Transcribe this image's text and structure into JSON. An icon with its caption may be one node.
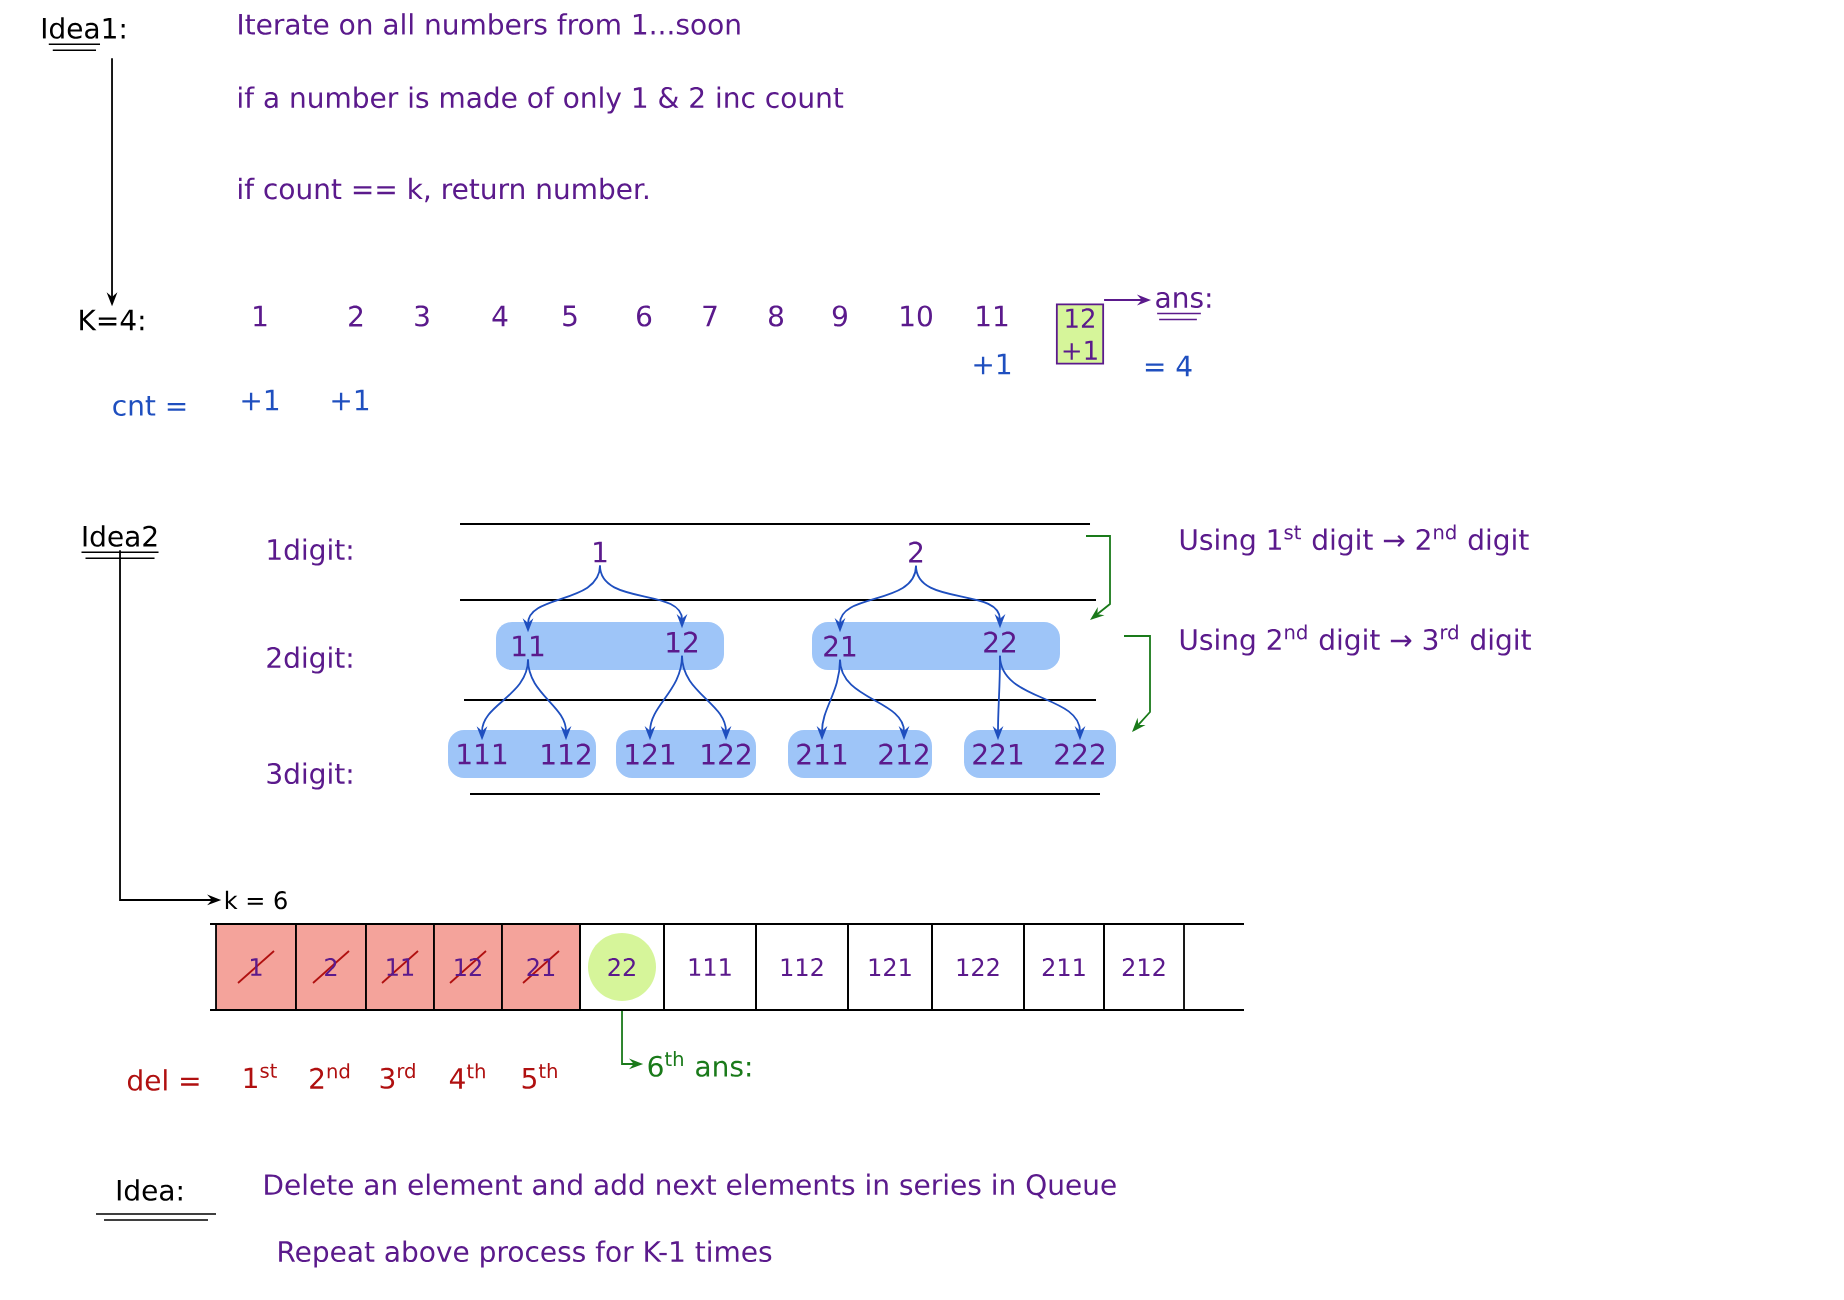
{
  "diagram": {
    "nodes": [
      {
        "text": [
          "Idea1:"
        ]
      },
      {
        "text": [
          "K=4:"
        ]
      },
      {
        "text": [
          "12",
          "+1"
        ]
      },
      {
        "text": [
          "ans:"
        ]
      },
      {
        "text": [
          "Idea2"
        ]
      },
      {
        "text": [
          "1"
        ]
      },
      {
        "text": [
          "2"
        ]
      },
      {
        "text": [
          "11"
        ]
      },
      {
        "text": [
          "12"
        ]
      },
      {
        "text": [
          "21"
        ]
      },
      {
        "text": [
          "22"
        ]
      },
      {
        "text": [
          "111"
        ]
      },
      {
        "text": [
          "112"
        ]
      },
      {
        "text": [
          "121"
        ]
      },
      {
        "text": [
          "122"
        ]
      },
      {
        "text": [
          "211"
        ]
      },
      {
        "text": [
          "212"
        ]
      },
      {
        "text": [
          "221"
        ]
      },
      {
        "text": [
          "222"
        ]
      },
      {
        "text": [
          "k = 6"
        ]
      },
      {
        "text": [
          "1"
        ]
      },
      {
        "text": [
          "2"
        ]
      },
      {
        "text": [
          "11"
        ]
      },
      {
        "text": [
          "12"
        ]
      },
      {
        "text": [
          "21"
        ]
      },
      {
        "text": [
          "22"
        ]
      },
      {
        "text": [
          "111"
        ]
      },
      {
        "text": [
          "112"
        ]
      },
      {
        "text": [
          "121"
        ]
      },
      {
        "text": [
          "122"
        ]
      },
      {
        "text": [
          "211"
        ]
      },
      {
        "text": [
          "212"
        ]
      },
      {
        "text": [
          "6$^{th}$ ans:"
        ]
      }
    ],
    "edges": [
      {
        "from": 0,
        "to": 1,
        "arrow": "to",
        "color": "#000000"
      },
      {
        "from": 2,
        "to": 3,
        "arrow": "to",
        "color": "#5b1a8c"
      },
      {
        "from": 4,
        "to": 19,
        "arrow": "to",
        "color": "#000000"
      },
      {
        "from": 5,
        "to": 7,
        "arrow": "to"
      },
      {
        "from": 5,
        "to": 8,
        "arrow": "to"
      },
      {
        "from": 6,
        "to": 9,
        "arrow": "to"
      },
      {
        "from": 6,
        "to": 10,
        "arrow": "to"
      },
      {
        "from": 7,
        "to": 11,
        "arrow": "to"
      },
      {
        "from": 7,
        "to": 12,
        "arrow": "to"
      },
      {
        "from": 8,
        "to": 13,
        "arrow": "to"
      },
      {
        "from": 8,
        "to": 14,
        "arrow": "to"
      },
      {
        "from": 9,
        "to": 15,
        "arrow": "to"
      },
      {
        "from": 9,
        "to": 16,
        "arrow": "to"
      },
      {
        "from": 10,
        "to": 17,
        "arrow": "to"
      },
      {
        "from": 10,
        "to": 18,
        "arrow": "to"
      },
      {
        "from": 25,
        "to": 32,
        "arrow": "to",
        "color": "#1a7a1a"
      }
    ],
    "labels": [
      "Iterate on all numbers from 1...soon",
      "if a number is made of only 1 & 2 inc count",
      "if count == k, return number.",
      "1",
      "2",
      "3",
      "4",
      "5",
      "6",
      "7",
      "8",
      "9",
      "10",
      "11",
      "+1",
      "= 4",
      "cnt =",
      "+1",
      "+1",
      "1digit:",
      "2digit:",
      "3digit:",
      "Using 1$^{st}$ digit → 2$^{nd}$ digit",
      "Using 2$^{nd}$ digit → 3$^{rd}$ digit",
      "del =",
      "1$^{st}$",
      "2$^{nd}$",
      "3$^{rd}$",
      "4$^{th}$",
      "5$^{th}$",
      "Idea:",
      "Delete an element and add next elements in series in Queue",
      "Repeat above process for K-1 times"
    ]
  }
}
